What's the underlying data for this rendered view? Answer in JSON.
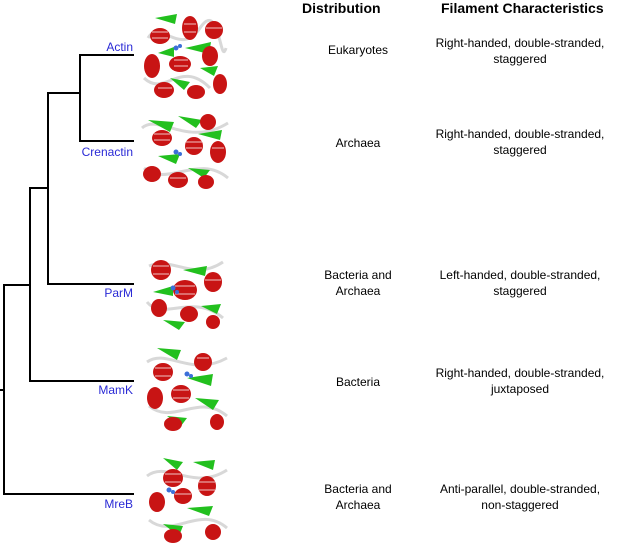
{
  "headers": {
    "distribution": "Distribution",
    "filament": "Filament Characteristics"
  },
  "rows": [
    {
      "name": "Actin",
      "distribution": [
        "Eukaryotes"
      ],
      "filament": [
        "Right-handed, double-stranded,",
        "staggered"
      ]
    },
    {
      "name": "Crenactin",
      "distribution": [
        "Archaea"
      ],
      "filament": [
        "Right-handed, double-stranded,",
        "staggered"
      ]
    },
    {
      "name": "ParM",
      "distribution": [
        "Bacteria and",
        "Archaea"
      ],
      "filament": [
        "Left-handed, double-stranded,",
        "staggered"
      ]
    },
    {
      "name": "MamK",
      "distribution": [
        "Bacteria"
      ],
      "filament": [
        "Right-handed, double-stranded,",
        "juxtaposed"
      ]
    },
    {
      "name": "MreB",
      "distribution": [
        "Bacteria and",
        "Archaea"
      ],
      "filament": [
        "Anti-parallel, double-stranded,",
        "non-staggered"
      ]
    }
  ],
  "colors": {
    "taxon_label": "#2a2ad6",
    "helix": "#c81414",
    "sheet": "#22c01e",
    "coil": "#d8d8d8",
    "ligand": "#3c6fd8"
  }
}
